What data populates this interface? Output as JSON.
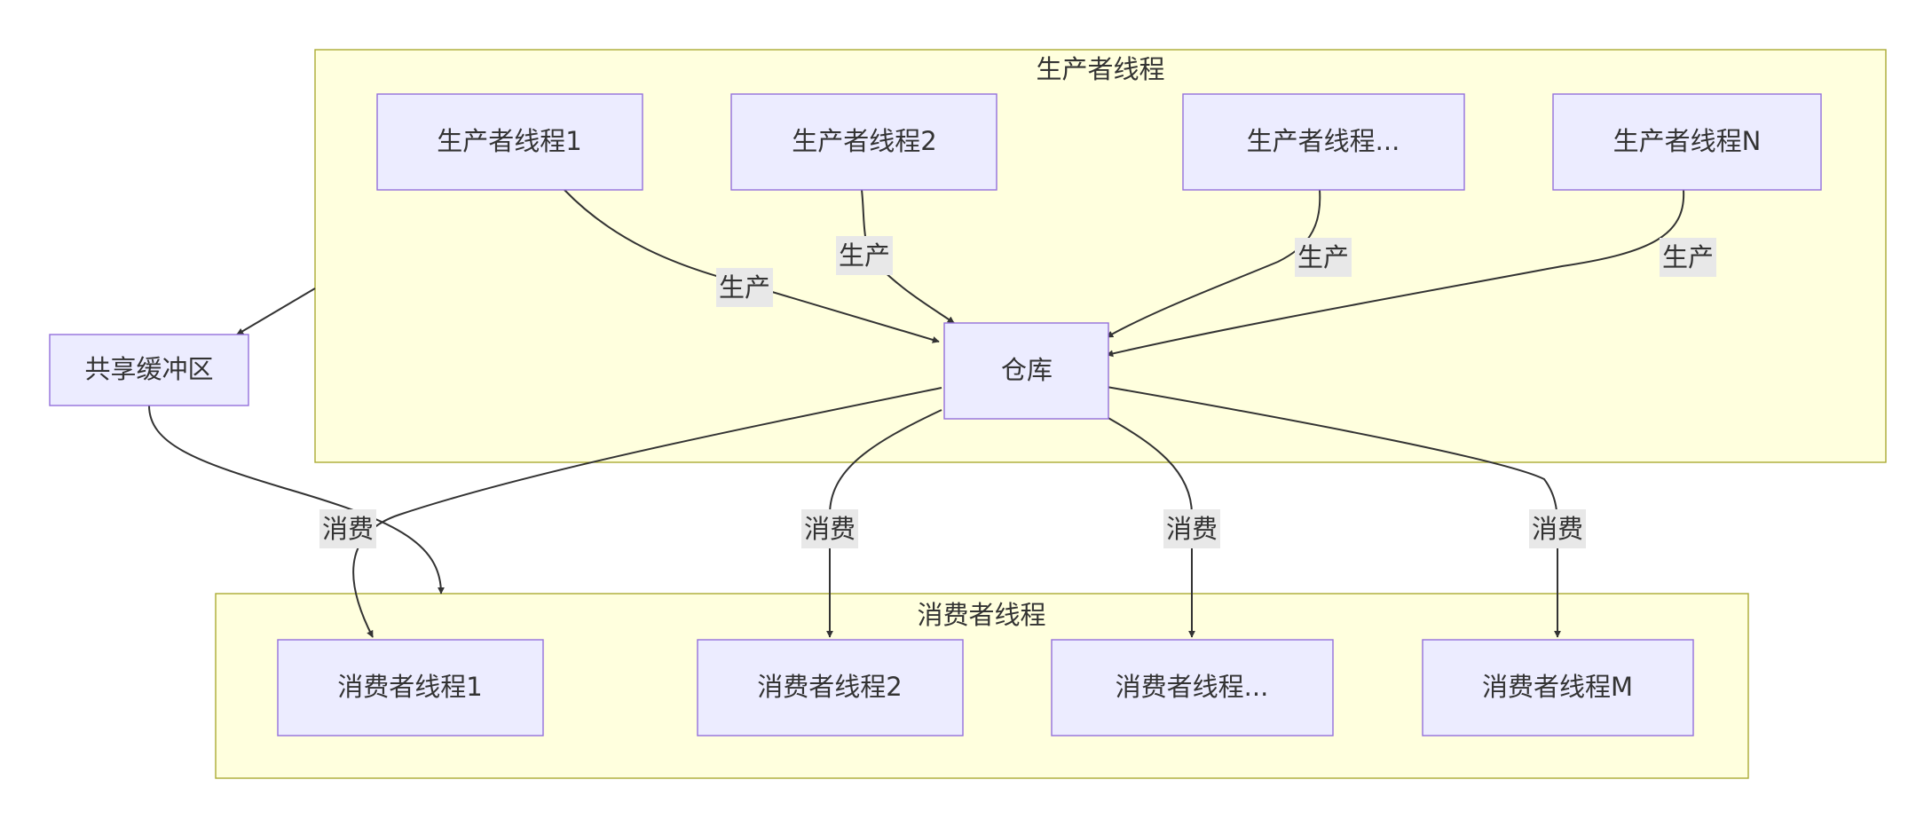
{
  "clusters": {
    "producers": {
      "title": "生产者线程"
    },
    "consumers": {
      "title": "消费者线程"
    }
  },
  "nodes": {
    "producer_1": "生产者线程1",
    "producer_2": "生产者线程2",
    "producer_etc": "生产者线程...",
    "producer_n": "生产者线程N",
    "warehouse": "仓库",
    "shared_buffer": "共享缓冲区",
    "consumer_1": "消费者线程1",
    "consumer_2": "消费者线程2",
    "consumer_etc": "消费者线程...",
    "consumer_m": "消费者线程M"
  },
  "edges": {
    "produce_label": "生产",
    "consume_label": "消费"
  },
  "colors": {
    "cluster_fill": "#ffffde",
    "cluster_stroke": "#aaaa33",
    "node_fill": "#ececff",
    "node_stroke": "#9370db",
    "edge_stroke": "#333333",
    "edge_label_bg": "#e8e8e8",
    "text": "#333333"
  }
}
